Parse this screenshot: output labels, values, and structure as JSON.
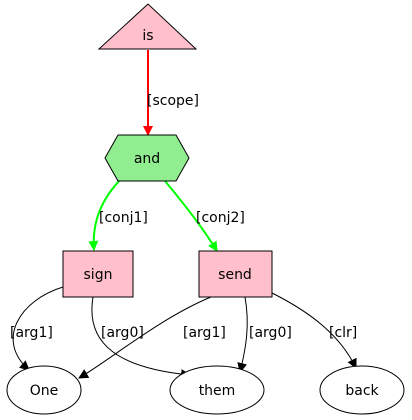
{
  "colors": {
    "top_node_fill": "#ffc0cb",
    "conj_node_fill": "#90ee90",
    "pred_node_fill": "#ffc0cb",
    "entity_node_fill": "#ffffff",
    "scope_edge": "#ff0000",
    "conj_edge": "#00ff00",
    "arg_edge": "#000000"
  },
  "nodes": {
    "is": {
      "label": "is",
      "shape": "triangle"
    },
    "and": {
      "label": "and",
      "shape": "hexagon"
    },
    "sign": {
      "label": "sign",
      "shape": "box"
    },
    "send": {
      "label": "send",
      "shape": "box"
    },
    "one": {
      "label": "One",
      "shape": "ellipse"
    },
    "them": {
      "label": "them",
      "shape": "ellipse"
    },
    "back": {
      "label": "back",
      "shape": "ellipse"
    }
  },
  "edges": {
    "is_and": {
      "label": "[scope]"
    },
    "and_sign": {
      "label": "[conj1]"
    },
    "and_send": {
      "label": "[conj2]"
    },
    "sign_one": {
      "label": "[arg1]"
    },
    "sign_them": {
      "label": "[arg0]"
    },
    "send_one": {
      "label": "[arg1]"
    },
    "send_them": {
      "label": "[arg0]"
    },
    "send_back": {
      "label": "[clr]"
    }
  }
}
